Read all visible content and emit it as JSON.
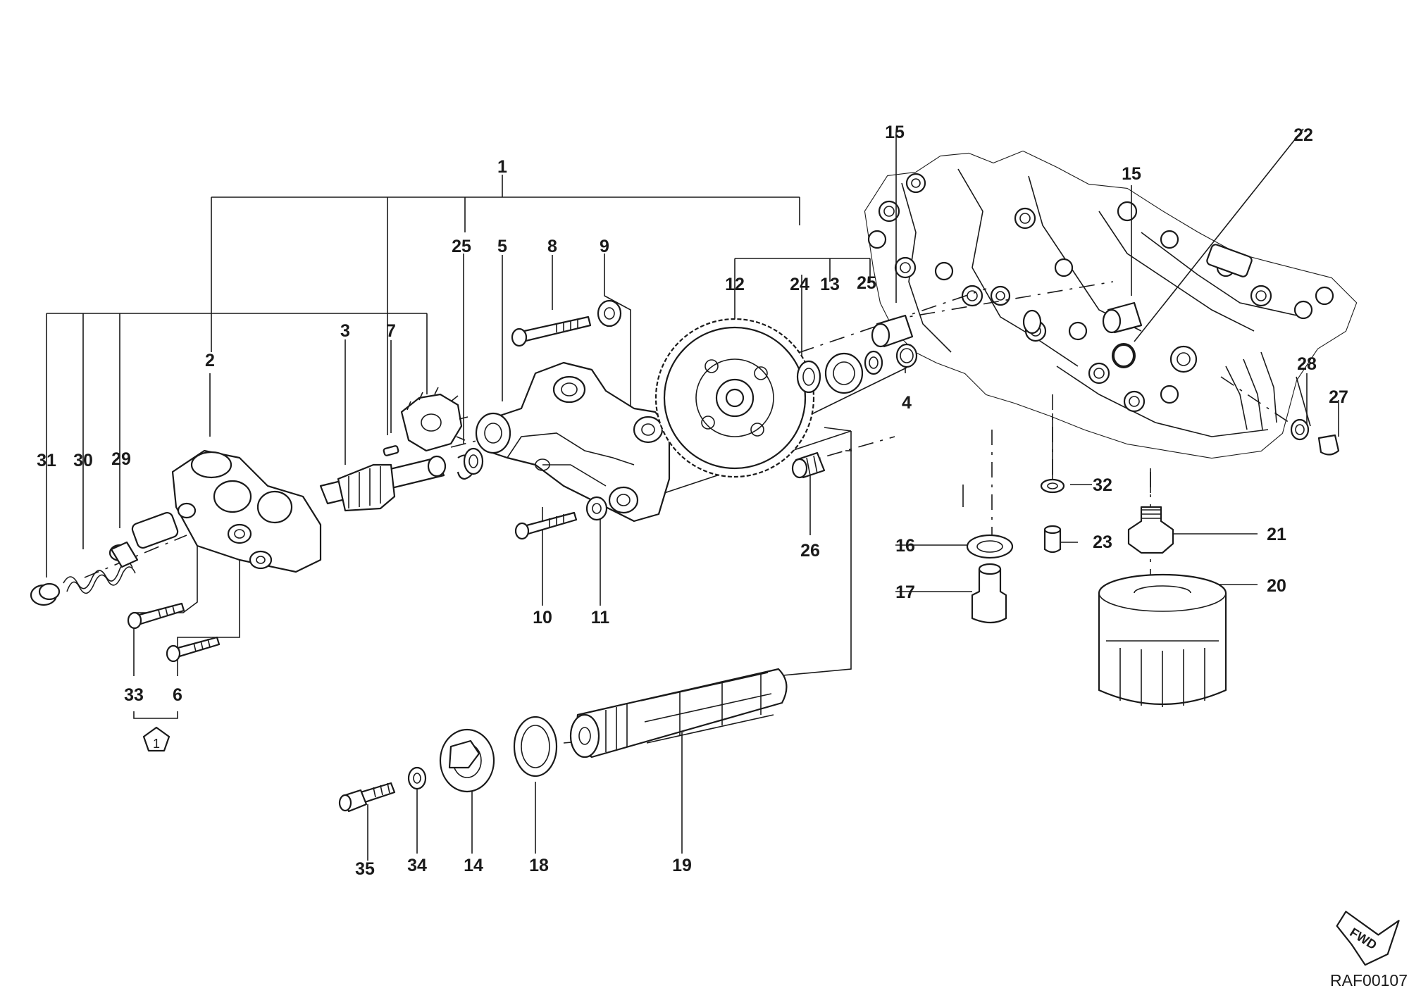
{
  "diagram": {
    "reference_code": "RAF00107",
    "forward_badge": "FWD",
    "kit_symbol": "1",
    "labels": [
      {
        "id": "label-1",
        "text": "1"
      },
      {
        "id": "label-2",
        "text": "2"
      },
      {
        "id": "label-3",
        "text": "3"
      },
      {
        "id": "label-4",
        "text": "4"
      },
      {
        "id": "label-5",
        "text": "5"
      },
      {
        "id": "label-6",
        "text": "6"
      },
      {
        "id": "label-7",
        "text": "7"
      },
      {
        "id": "label-8",
        "text": "8"
      },
      {
        "id": "label-9",
        "text": "9"
      },
      {
        "id": "label-10",
        "text": "10"
      },
      {
        "id": "label-11",
        "text": "11"
      },
      {
        "id": "label-12",
        "text": "12"
      },
      {
        "id": "label-13",
        "text": "13"
      },
      {
        "id": "label-14",
        "text": "14"
      },
      {
        "id": "label-15a",
        "text": "15"
      },
      {
        "id": "label-15b",
        "text": "15"
      },
      {
        "id": "label-16",
        "text": "16"
      },
      {
        "id": "label-17",
        "text": "17"
      },
      {
        "id": "label-18",
        "text": "18"
      },
      {
        "id": "label-19",
        "text": "19"
      },
      {
        "id": "label-20",
        "text": "20"
      },
      {
        "id": "label-21",
        "text": "21"
      },
      {
        "id": "label-22",
        "text": "22"
      },
      {
        "id": "label-23",
        "text": "23"
      },
      {
        "id": "label-24",
        "text": "24"
      },
      {
        "id": "label-25a",
        "text": "25"
      },
      {
        "id": "label-25b",
        "text": "25"
      },
      {
        "id": "label-26",
        "text": "26"
      },
      {
        "id": "label-27",
        "text": "27"
      },
      {
        "id": "label-28",
        "text": "28"
      },
      {
        "id": "label-29",
        "text": "29"
      },
      {
        "id": "label-30",
        "text": "30"
      },
      {
        "id": "label-31",
        "text": "31"
      },
      {
        "id": "label-32",
        "text": "32"
      },
      {
        "id": "label-33",
        "text": "33"
      },
      {
        "id": "label-34",
        "text": "34"
      },
      {
        "id": "label-35",
        "text": "35"
      }
    ]
  }
}
